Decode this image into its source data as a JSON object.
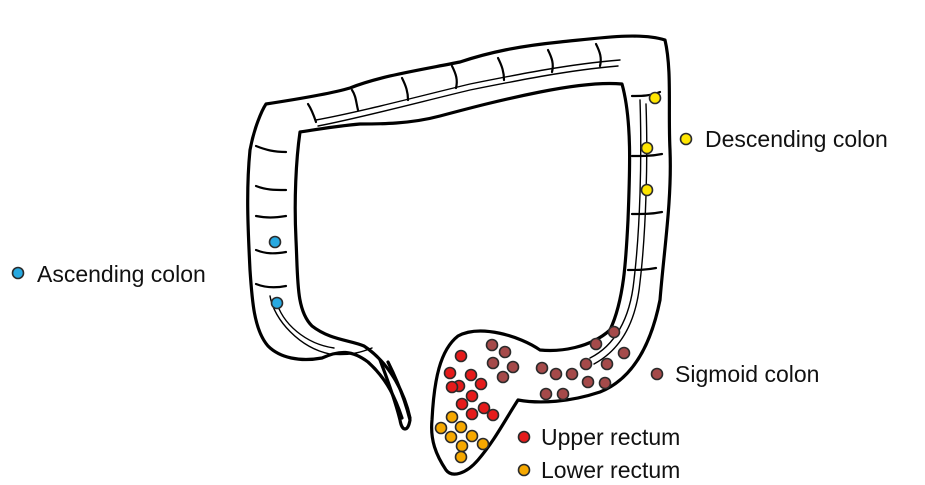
{
  "legend": [
    {
      "key": "descending",
      "label": "Descending colon",
      "color": "#ffe600"
    },
    {
      "key": "ascending",
      "label": "Ascending colon",
      "color": "#27a9e1"
    },
    {
      "key": "sigmoid",
      "label": "Sigmoid colon",
      "color": "#a54a4a"
    },
    {
      "key": "upper_rectum",
      "label": "Upper rectum",
      "color": "#e51b1b"
    },
    {
      "key": "lower_rectum",
      "label": "Lower rectum",
      "color": "#f6a800"
    }
  ]
}
